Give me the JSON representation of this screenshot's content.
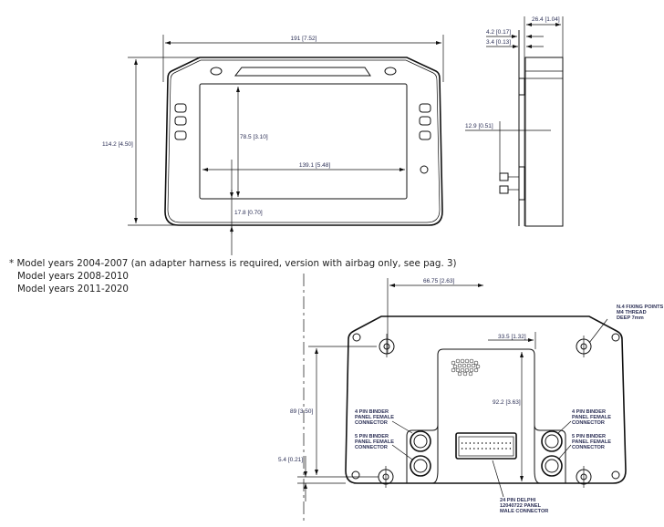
{
  "front_view": {
    "width_dim": "191 [7.52]",
    "height_dim": "114.2 [4.50]",
    "screen_height_dim": "78.5 [3.10]",
    "screen_width_dim": "139.1 [5.48]",
    "bottom_offset_dim": "17.8 [0.70]"
  },
  "side_view": {
    "depth_dim": "26.4 [1.04]",
    "dim_a": "4.2 [0.17]",
    "dim_b": "3.4 [0.13]",
    "connector_dim": "12.9 [0.51]"
  },
  "notes": [
    "Model years 2004-2007 (an adapter harness is required, version with airbag only, see pag. 3)",
    "Model years 2008-2010",
    "Model years 2011-2020"
  ],
  "notes_bullet": "*",
  "rear_view": {
    "fixing_offset_dim": "66.75 [2.63]",
    "fixing_points_label": [
      "N.4 FIXING POINTS",
      "M4 THREAD",
      "DEEP 7mm"
    ],
    "center_offset_dim": "33.5 [1.32]",
    "fixing_height_dim": "89 [3.50]",
    "connector_height_dim": "92.2 [3.63]",
    "bottom_dim": "5.4 [0.21]",
    "left_4pin_label": [
      "4 PIN BINDER",
      "PANEL FEMALE",
      "CONNECTOR"
    ],
    "left_5pin_label": [
      "5 PIN BINDER",
      "PANEL FEMALE",
      "CONNECTOR"
    ],
    "right_4pin_label": [
      "4 PIN BINDER",
      "PANEL FEMALE",
      "CONNECTOR"
    ],
    "right_5pin_label": [
      "5 PIN BINDER",
      "PANEL FEMALE",
      "CONNECTOR"
    ],
    "delphi_label": [
      "24 PIN DELPHI",
      "12040722  PANEL",
      "MALE CONNECTOR"
    ]
  }
}
